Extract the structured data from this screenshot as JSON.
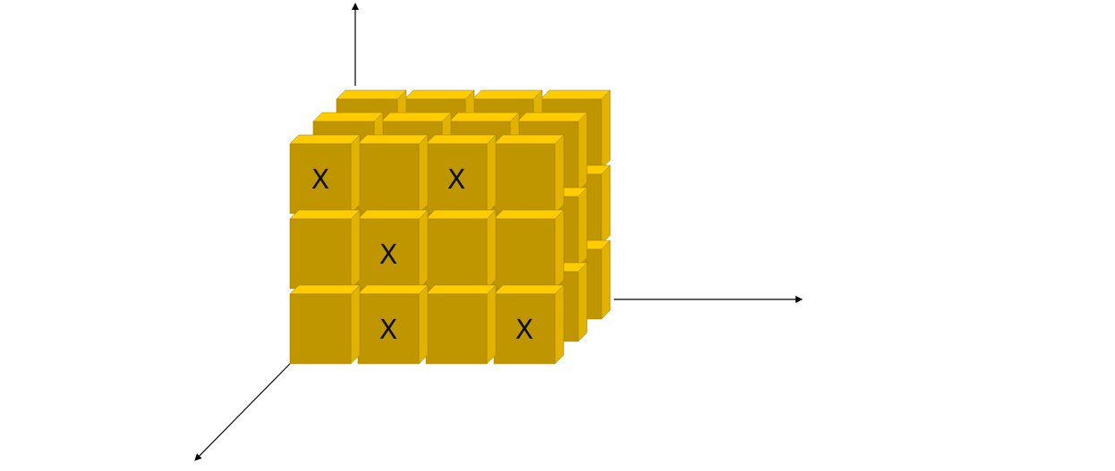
{
  "colors": {
    "front": "#BF9500",
    "top": "#FFCC00",
    "side": "#E2B200",
    "edge": "#9E7C00",
    "axis": "#000000",
    "text": "#111111"
  },
  "grid": {
    "columns": 4,
    "rows": 3,
    "layers": 3
  },
  "marks": [
    {
      "row": 0,
      "col": 0,
      "label": "X"
    },
    {
      "row": 0,
      "col": 2,
      "label": "X"
    },
    {
      "row": 1,
      "col": 1,
      "label": "X"
    },
    {
      "row": 2,
      "col": 1,
      "label": "X"
    },
    {
      "row": 2,
      "col": 3,
      "label": "X"
    }
  ],
  "axes": [
    {
      "name": "vertical-axis"
    },
    {
      "name": "horizontal-axis"
    },
    {
      "name": "depth-axis"
    }
  ]
}
